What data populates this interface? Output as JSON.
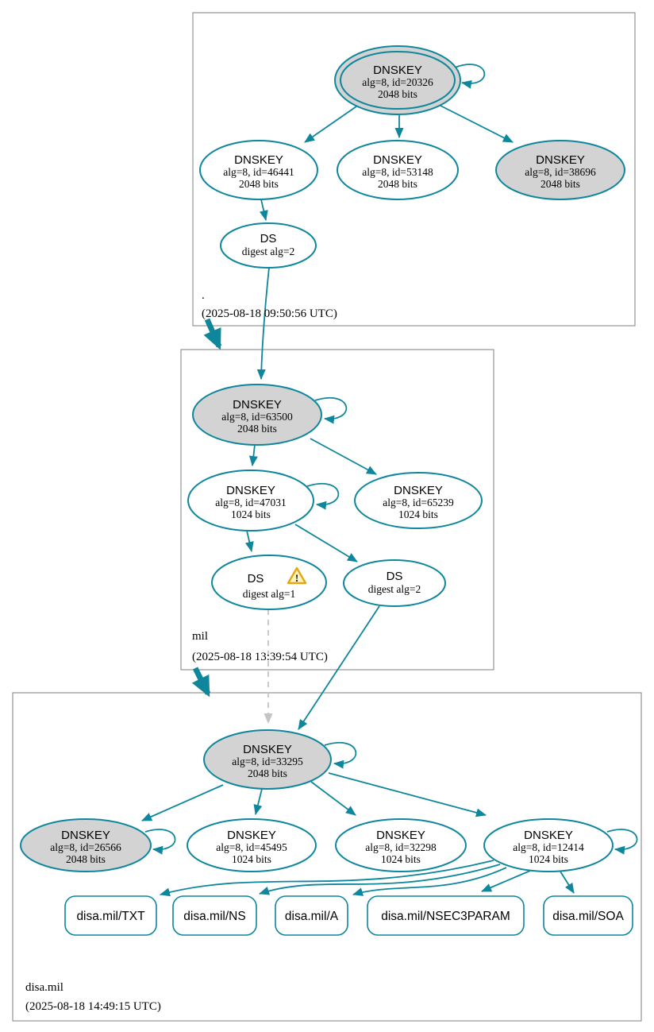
{
  "diagram": {
    "kind": "dnssec-authentication-chain",
    "colors": {
      "edge_secure": "#0e869c",
      "edge_insecure_dashed": "#c4c4c4",
      "ksk_fill": "#d3d3d3",
      "node_fill": "#ffffff",
      "zone_border": "#7f7f7f",
      "warning_fill": "#fdf3c0",
      "warning_border": "#e2a713"
    },
    "zones": [
      {
        "name": ".",
        "timestamp": "(2025-08-18 09:50:56 UTC)",
        "nodes": {
          "ksk": {
            "type": "DNSKEY",
            "params": "alg=8, id=20326",
            "bits": "2048 bits"
          },
          "zsk1": {
            "type": "DNSKEY",
            "params": "alg=8, id=46441",
            "bits": "2048 bits"
          },
          "zsk2": {
            "type": "DNSKEY",
            "params": "alg=8, id=53148",
            "bits": "2048 bits"
          },
          "key3": {
            "type": "DNSKEY",
            "params": "alg=8, id=38696",
            "bits": "2048 bits"
          },
          "ds": {
            "type": "DS",
            "params": "digest alg=2"
          }
        }
      },
      {
        "name": "mil",
        "timestamp": "(2025-08-18 13:39:54 UTC)",
        "nodes": {
          "ksk": {
            "type": "DNSKEY",
            "params": "alg=8, id=63500",
            "bits": "2048 bits"
          },
          "zsk": {
            "type": "DNSKEY",
            "params": "alg=8, id=47031",
            "bits": "1024 bits"
          },
          "key2": {
            "type": "DNSKEY",
            "params": "alg=8, id=65239",
            "bits": "1024 bits"
          },
          "ds1": {
            "type": "DS",
            "params": "digest alg=1",
            "warning_mark": "!"
          },
          "ds2": {
            "type": "DS",
            "params": "digest alg=2"
          }
        }
      },
      {
        "name": "disa.mil",
        "timestamp": "(2025-08-18 14:49:15 UTC)",
        "nodes": {
          "ksk": {
            "type": "DNSKEY",
            "params": "alg=8, id=33295",
            "bits": "2048 bits"
          },
          "key1": {
            "type": "DNSKEY",
            "params": "alg=8, id=26566",
            "bits": "2048 bits"
          },
          "key2": {
            "type": "DNSKEY",
            "params": "alg=8, id=45495",
            "bits": "1024 bits"
          },
          "key3": {
            "type": "DNSKEY",
            "params": "alg=8, id=32298",
            "bits": "1024 bits"
          },
          "key4": {
            "type": "DNSKEY",
            "params": "alg=8, id=12414",
            "bits": "1024 bits"
          }
        },
        "rrsets": [
          "disa.mil/TXT",
          "disa.mil/NS",
          "disa.mil/A",
          "disa.mil/NSEC3PARAM",
          "disa.mil/SOA"
        ]
      }
    ]
  }
}
